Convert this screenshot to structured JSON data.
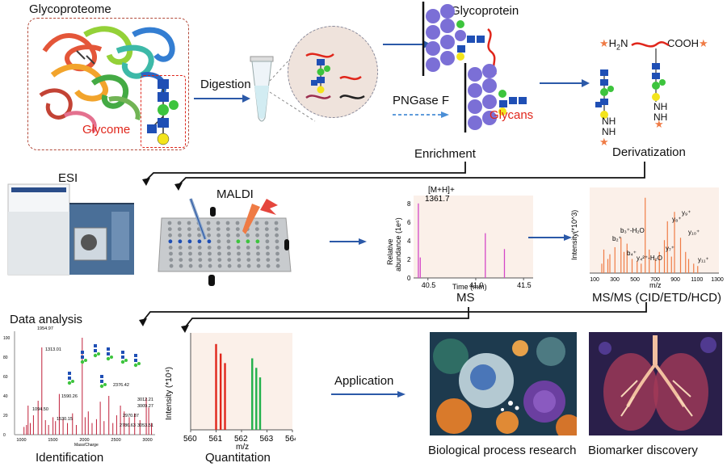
{
  "labels": {
    "glycoproteome": "Glycoproteome",
    "glycome": "Glycome",
    "digestion": "Digestion",
    "glycoprotein": "Glycoprotein",
    "pngase": "PNGase F",
    "glycans": "Glycans",
    "enrichment": "Enrichment",
    "derivatization": "Derivatization",
    "deriv_left": "H",
    "deriv_left_sub": "2",
    "deriv_left_n": "N",
    "deriv_right": "COOH",
    "nh_nh": "NH",
    "esi": "ESI",
    "maldi": "MALDI",
    "ms": "MS",
    "msms": "MS/MS (CID/ETD/HCD)",
    "data_analysis": "Data analysis",
    "identification": "Identification",
    "quantitation": "Quantitation",
    "application": "Application",
    "bio_process": "Biological process research",
    "biomarker": "Biomarker discovery"
  },
  "colors": {
    "blue": "#2b59a8",
    "red": "#e0261b",
    "green": "#22b14c",
    "purple": "#7b6fd6",
    "glc_blue": "#1f4fb5",
    "gal_yellow": "#f3e41c",
    "man_green": "#3dc43d",
    "magenta": "#d448c8",
    "orange": "#ef7b45"
  },
  "ms_chart": {
    "annotation_line1": "[M+H]+",
    "annotation_line2": "1361.7",
    "ylabel_line1": "Relative",
    "ylabel_line2": "abundance (1e⁶)",
    "xlabel": "Time (min)",
    "ylabel_ticks": [
      "8",
      "6",
      "4",
      "2",
      "0"
    ],
    "xtick_labels": [
      "40.5",
      "41.0",
      "41.5"
    ],
    "chart_data": {
      "type": "bar",
      "x": [
        40.4,
        40.42,
        41.1,
        41.3
      ],
      "values": [
        8.0,
        2.2,
        4.8,
        3.1
      ],
      "xlim": [
        40.35,
        41.6
      ],
      "ylim": [
        0,
        8.5
      ]
    }
  },
  "msms_chart": {
    "ylabel": "Intensity(*10^3)",
    "xlabel": "m/z",
    "xtick_labels": [
      "100",
      "200",
      "300",
      "400",
      "500",
      "600",
      "700",
      "800",
      "900",
      "1000",
      "1100",
      "1200",
      "1300"
    ],
    "peak_labels": [
      "b₂⁺",
      "b₃⁺-H₂O",
      "b₄⁺",
      "y₄²⁺-H₂O",
      "y₇⁺",
      "y₈⁺",
      "y₉⁺",
      "y₁₀⁺",
      "y₁₁⁺"
    ],
    "chart_data": {
      "type": "bar",
      "x": [
        170,
        190,
        230,
        250,
        300,
        360,
        390,
        420,
        470,
        520,
        560,
        600,
        640,
        700,
        740,
        790,
        820,
        860,
        890,
        950,
        1000,
        1030,
        1080,
        1120
      ],
      "values": [
        8,
        20,
        12,
        16,
        22,
        30,
        18,
        25,
        12,
        10,
        8,
        64,
        20,
        12,
        18,
        28,
        44,
        14,
        52,
        30,
        18,
        12,
        8,
        6
      ],
      "xlim": [
        50,
        1330
      ],
      "ylim": [
        0,
        70
      ]
    }
  },
  "quant_chart": {
    "ylabel": "Intensity (*10⁴)",
    "xlabel": "m/z",
    "xtick_labels": [
      "560",
      "561",
      "562",
      "563",
      "564"
    ],
    "chart_data": {
      "type": "bar",
      "series": [
        {
          "x": [
            561.0,
            561.18,
            561.35
          ],
          "values": [
            90,
            80,
            70
          ]
        },
        {
          "x": [
            562.42,
            562.58,
            562.73
          ],
          "values": [
            75,
            65,
            55
          ]
        }
      ],
      "xlim": [
        560,
        564
      ],
      "ylim": [
        0,
        100
      ]
    }
  },
  "ident_chart": {
    "xtick_labels": [
      "1000",
      "1500",
      "2000",
      "2500",
      "3000"
    ],
    "xlabel": "Mass/Charge",
    "ytick_labels": [
      "100",
      "80",
      "60",
      "40",
      "20",
      "0"
    ],
    "peak_labels": [
      "1954.97",
      "1313.01",
      "1094.50",
      "1590.26",
      "2376.42",
      "1530.15",
      "2970.87",
      "3009.27",
      "2786.63",
      "3012.21",
      "3053.51"
    ],
    "chart_data": {
      "type": "bar",
      "x": [
        1030,
        1070,
        1095,
        1130,
        1180,
        1254,
        1313,
        1370,
        1420,
        1490,
        1530,
        1590,
        1650,
        1720,
        1800,
        1860,
        1954,
        2000,
        2050,
        2110,
        2180,
        2240,
        2300,
        2376,
        2440,
        2500,
        2560,
        2620,
        2700,
        2786,
        2870,
        2970,
        3009,
        3053
      ],
      "values": [
        8,
        10,
        30,
        12,
        20,
        35,
        90,
        15,
        10,
        18,
        14,
        42,
        16,
        12,
        22,
        10,
        100,
        18,
        24,
        12,
        16,
        34,
        14,
        40,
        12,
        20,
        30,
        24,
        18,
        22,
        15,
        38,
        28,
        12
      ],
      "xlim": [
        880,
        3110
      ],
      "ylim": [
        0,
        105
      ]
    }
  }
}
